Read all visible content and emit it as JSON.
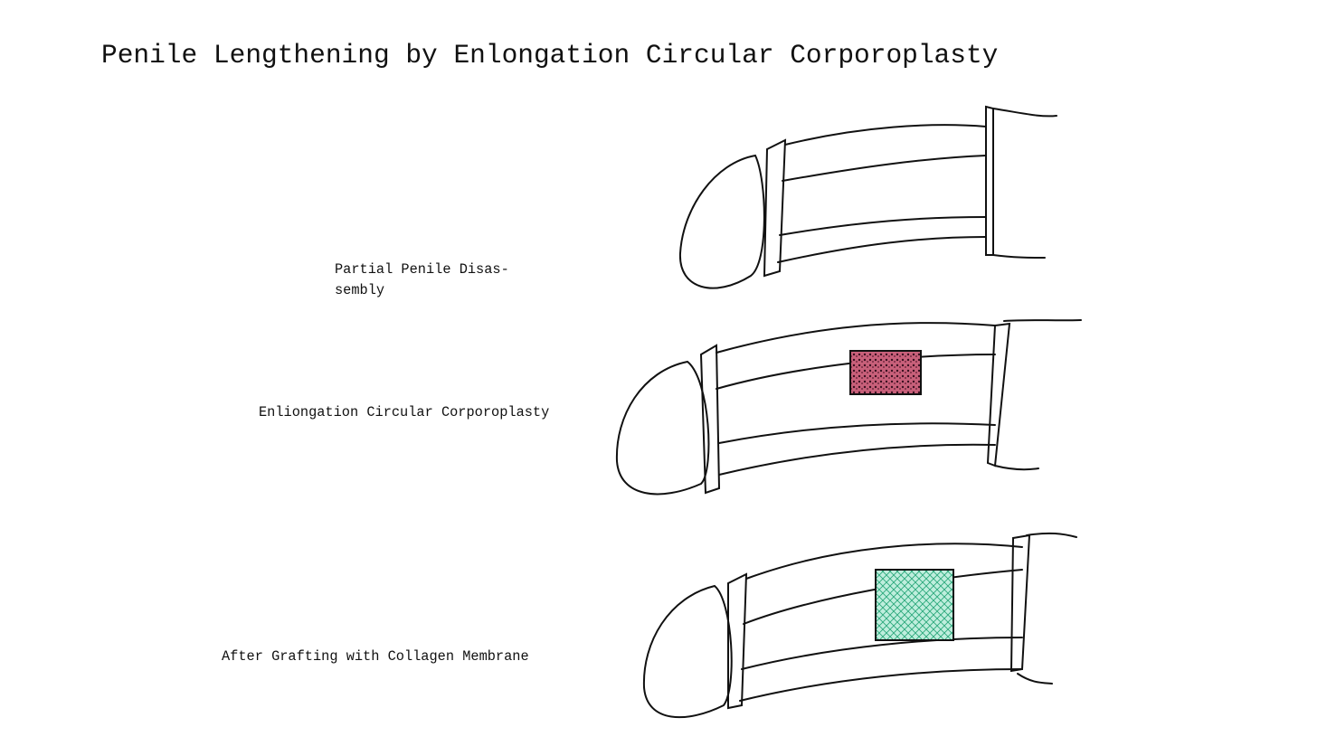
{
  "title": "Penile Lengthening by Enlongation Circular Corporoplasty",
  "stages": [
    {
      "label_line1": "Partial Penile Disas-",
      "label_line2": "sembly"
    },
    {
      "label": "Enliongation Circular Corporoplasty",
      "graft_color": "#c0506e"
    },
    {
      "label": "After Grafting with Collagen Membrane",
      "graft_color": "#5ccaa0"
    }
  ]
}
